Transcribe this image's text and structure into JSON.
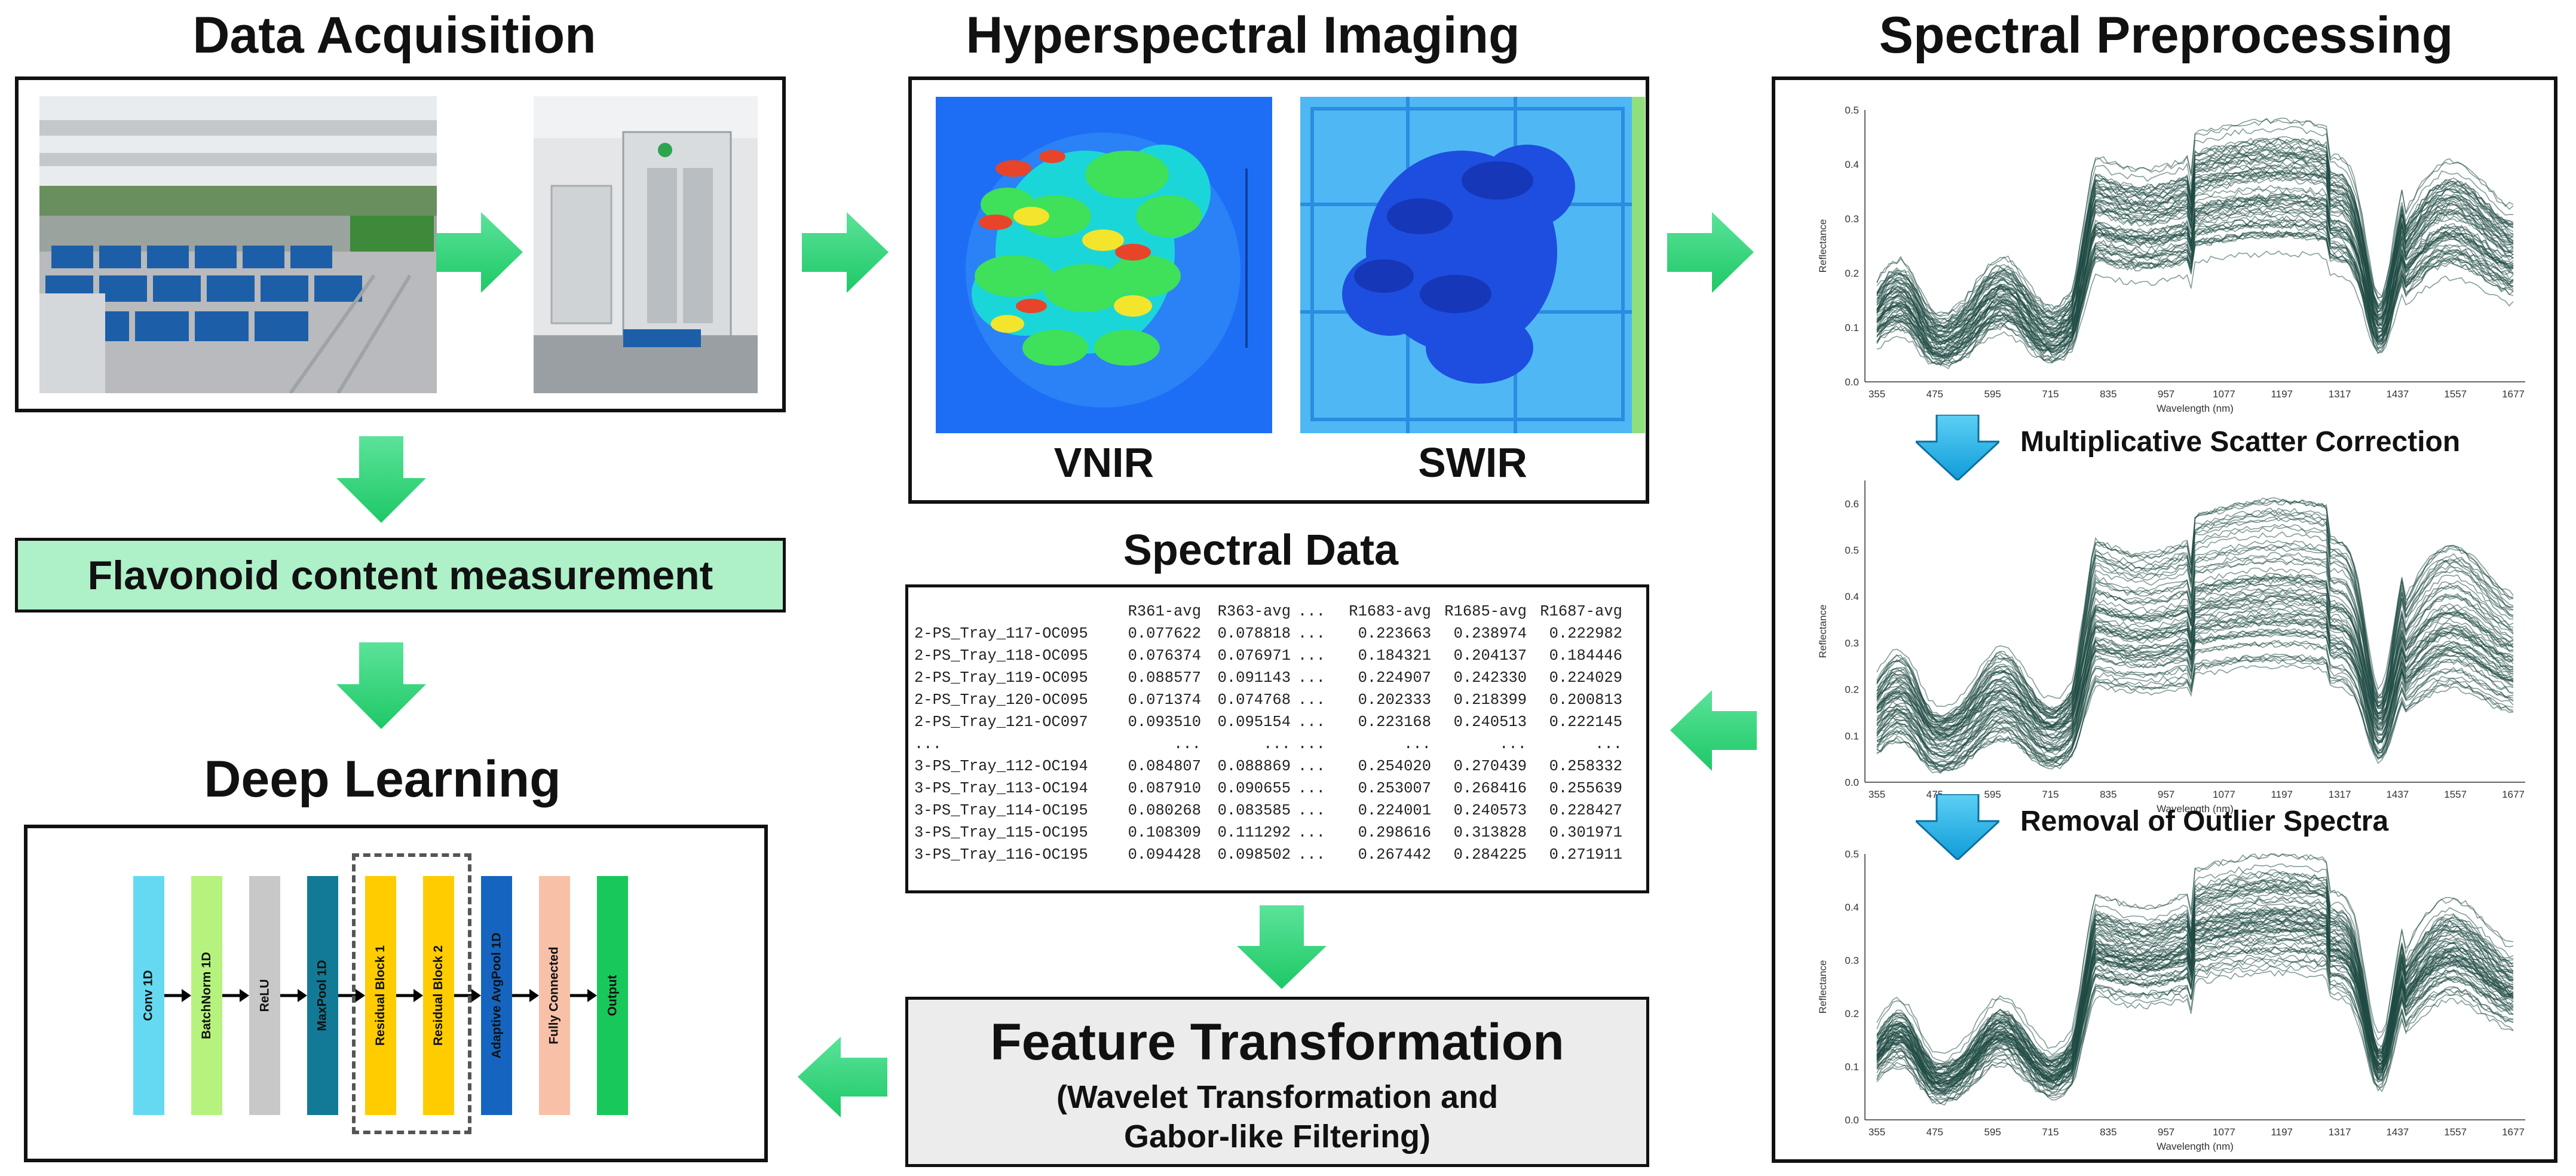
{
  "titles": {
    "acquisition": "Data Acquisition",
    "imaging": "Hyperspectral Imaging",
    "preprocessing": "Spectral Preprocessing",
    "spectral_data": "Spectral Data",
    "deep_learning": "Deep Learning"
  },
  "imaging": {
    "vnir": "VNIR",
    "swir": "SWIR"
  },
  "flavonoid": "Flavonoid content measurement",
  "feature": {
    "title": "Feature Transformation",
    "line1": "(Wavelet Transformation and",
    "line2": "Gabor-like Filtering)"
  },
  "preproc_steps": [
    "Multiplicative Scatter Correction",
    "Removal of Outlier Spectra"
  ],
  "table": {
    "columns": [
      "",
      "R361-avg",
      "R363-avg",
      "...",
      "R1683-avg",
      "R1685-avg",
      "R1687-avg"
    ],
    "rows": [
      [
        "2-PS_Tray_117-OC095",
        "0.077622",
        "0.078818",
        "...",
        "0.223663",
        "0.238974",
        "0.222982"
      ],
      [
        "2-PS_Tray_118-OC095",
        "0.076374",
        "0.076971",
        "...",
        "0.184321",
        "0.204137",
        "0.184446"
      ],
      [
        "2-PS_Tray_119-OC095",
        "0.088577",
        "0.091143",
        "...",
        "0.224907",
        "0.242330",
        "0.224029"
      ],
      [
        "2-PS_Tray_120-OC095",
        "0.071374",
        "0.074768",
        "...",
        "0.202333",
        "0.218399",
        "0.200813"
      ],
      [
        "2-PS_Tray_121-OC097",
        "0.093510",
        "0.095154",
        "...",
        "0.223168",
        "0.240513",
        "0.222145"
      ],
      [
        "...",
        "...",
        "...",
        "...",
        "...",
        "...",
        "..."
      ],
      [
        "3-PS_Tray_112-OC194",
        "0.084807",
        "0.088869",
        "...",
        "0.254020",
        "0.270439",
        "0.258332"
      ],
      [
        "3-PS_Tray_113-OC194",
        "0.087910",
        "0.090655",
        "...",
        "0.253007",
        "0.268416",
        "0.255639"
      ],
      [
        "3-PS_Tray_114-OC195",
        "0.080268",
        "0.083585",
        "...",
        "0.224001",
        "0.240573",
        "0.228427"
      ],
      [
        "3-PS_Tray_115-OC195",
        "0.108309",
        "0.111292",
        "...",
        "0.298616",
        "0.313828",
        "0.301971"
      ],
      [
        "3-PS_Tray_116-OC195",
        "0.094428",
        "0.098502",
        "...",
        "0.267442",
        "0.284225",
        "0.271911"
      ]
    ]
  },
  "network": {
    "layers": [
      {
        "name": "Conv 1D",
        "color": "#66d9f2"
      },
      {
        "name": "BatchNorm 1D",
        "color": "#b6f27e"
      },
      {
        "name": "ReLU",
        "color": "#c8c8c8"
      },
      {
        "name": "MaxPool 1D",
        "color": "#127a96"
      },
      {
        "name": "Residual Block 1",
        "color": "#ffcc00"
      },
      {
        "name": "Residual Block 2",
        "color": "#ffcc00"
      },
      {
        "name": "Adaptive AvgPool 1D",
        "color": "#1565c0"
      },
      {
        "name": "Fully Connected",
        "color": "#f9c0a8"
      },
      {
        "name": "Output",
        "color": "#19c85a"
      }
    ]
  },
  "plots": [
    {
      "ylabel": "Reflectance",
      "xlabel": "Wavelength (nm)",
      "x_ticks": [
        "355",
        "475",
        "595",
        "715",
        "835",
        "957",
        "1077",
        "1197",
        "1317",
        "1437",
        "1557",
        "1677"
      ],
      "y_ticks": [
        "0.0",
        "0.1",
        "0.2",
        "0.3",
        "0.4",
        "0.5"
      ]
    },
    {
      "ylabel": "Reflectance",
      "xlabel": "Wavelength (nm)",
      "x_ticks": [
        "355",
        "475",
        "595",
        "715",
        "835",
        "957",
        "1077",
        "1197",
        "1317",
        "1437",
        "1557",
        "1677"
      ],
      "y_ticks": [
        "0.0",
        "0.1",
        "0.2",
        "0.3",
        "0.4",
        "0.5",
        "0.6"
      ]
    },
    {
      "ylabel": "Reflectance",
      "xlabel": "Wavelength (nm)",
      "x_ticks": [
        "355",
        "475",
        "595",
        "715",
        "835",
        "957",
        "1077",
        "1197",
        "1317",
        "1437",
        "1557",
        "1677"
      ],
      "y_ticks": [
        "0.0",
        "0.1",
        "0.2",
        "0.3",
        "0.4",
        "0.5"
      ]
    }
  ],
  "colors": {
    "green_arrow": "#2ed573",
    "blue_arrow": "#1ab1e6",
    "flavonoid_bg": "#aef0c8",
    "feature_bg": "#ececec",
    "spectra": "#1f4a44"
  }
}
